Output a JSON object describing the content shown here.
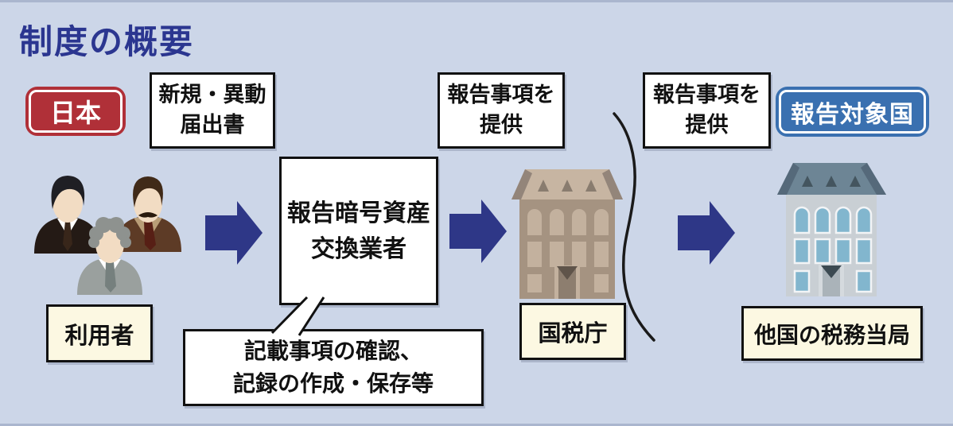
{
  "title": "制度の概要",
  "badges": {
    "japan": "日本",
    "reportable_country": "報告対象国"
  },
  "flow_boxes": {
    "notification": {
      "line1": "新規・異動",
      "line2": "届出書"
    },
    "report_left": {
      "line1": "報告事項を",
      "line2": "提供"
    },
    "report_right": {
      "line1": "報告事項を",
      "line2": "提供"
    },
    "exchange": {
      "line1": "報告暗号資産",
      "line2": "交換業者"
    }
  },
  "entity_labels": {
    "users": "利用者",
    "nta": "国税庁",
    "foreign_tax": "他国の税務当局"
  },
  "note_bubble": {
    "line1": "記載事項の確認、",
    "line2": "記録の作成・保存等"
  },
  "icons": {
    "users": "users-group-icon",
    "nta_building": "government-building-icon",
    "foreign_building": "foreign-building-icon",
    "arrow": "flow-arrow-right-icon",
    "divider": "country-border-curve"
  },
  "colors": {
    "background": "#ccd6e8",
    "title_text": "#2b3690",
    "arrow": "#2e3787",
    "japan_badge": "#b03038",
    "reportable_badge": "#3a70b0",
    "entity_label_bg": "#fcf8e2",
    "box_border": "#111111"
  }
}
